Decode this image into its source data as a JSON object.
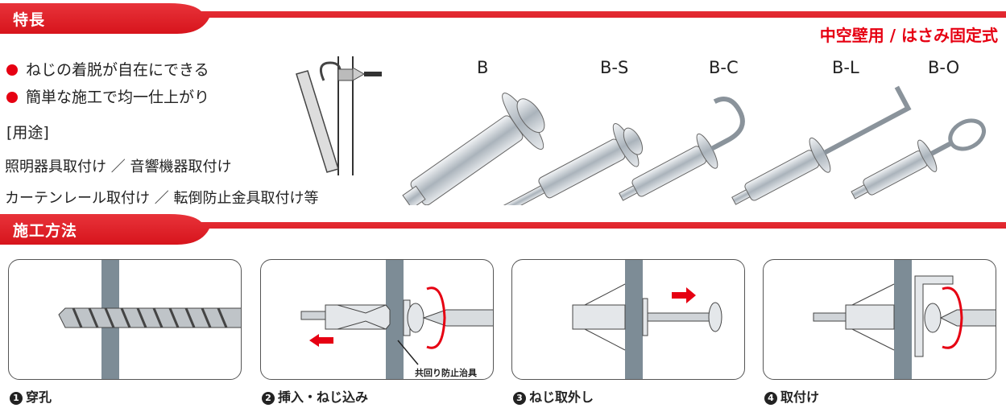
{
  "sections": {
    "features_title": "特長",
    "method_title": "施工方法"
  },
  "subtitle": "中空壁用 / はさみ固定式",
  "features": [
    "ねじの着脱が自在にできる",
    "簡単な施工で均一仕上がり"
  ],
  "usage": {
    "heading": "[用途]",
    "lines": [
      "照明器具取付け ／ 音響機器取付け",
      "カーテンレール取付け ／ 転倒防止金具取付け等"
    ]
  },
  "models": [
    "B",
    "B-S",
    "B-C",
    "B-L",
    "B-O"
  ],
  "steps": [
    {
      "num": "1",
      "label": "穿孔"
    },
    {
      "num": "2",
      "label": "挿入・ねじ込み"
    },
    {
      "num": "3",
      "label": "ねじ取外し"
    },
    {
      "num": "4",
      "label": "取付け"
    }
  ],
  "step2_note": "共回り防止治具",
  "colors": {
    "accent": "#e60012",
    "wall": "#7d8c96"
  }
}
